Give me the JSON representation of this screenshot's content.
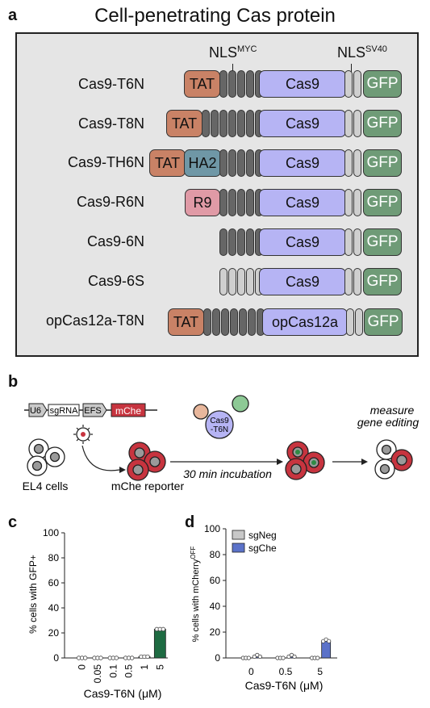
{
  "panel_a": {
    "letter": "a",
    "title": "Cell-penetrating Cas protein",
    "nls_myc_base": "NLS",
    "nls_myc_sup": "MYC",
    "nls_sv40_base": "NLS",
    "nls_sv40_sup": "SV40",
    "constructs": [
      {
        "name": "Cas9-T6N",
        "tags": [
          "TAT"
        ],
        "core": "Cas9",
        "gfp": "GFP"
      },
      {
        "name": "Cas9-T8N",
        "tags": [
          "TAT"
        ],
        "core": "Cas9",
        "gfp": "GFP"
      },
      {
        "name": "Cas9-TH6N",
        "tags": [
          "TAT",
          "HA2"
        ],
        "core": "Cas9",
        "gfp": "GFP"
      },
      {
        "name": "Cas9-R6N",
        "tags": [
          "R9"
        ],
        "core": "Cas9",
        "gfp": "GFP"
      },
      {
        "name": "Cas9-6N",
        "tags": [],
        "core": "Cas9",
        "gfp": "GFP"
      },
      {
        "name": "Cas9-6S",
        "tags": [],
        "core": "Cas9",
        "gfp": "GFP"
      },
      {
        "name": "opCas12a-T8N",
        "tags": [
          "TAT"
        ],
        "core": "opCas12a",
        "gfp": "GFP"
      }
    ]
  },
  "panel_b": {
    "letter": "b",
    "vector": {
      "u6": "U6",
      "sgrna": "sgRNA",
      "efs": "EFS",
      "mche": "mChe"
    },
    "cells_label": "EL4 cells",
    "reporter_label": "mChe reporter",
    "protein_label_1": "Cas9",
    "protein_label_2": "-T6N",
    "incubation": "30 min incubation",
    "measure_1": "measure",
    "measure_2": "gene editing",
    "colors": {
      "cell_red": "#c7343f",
      "cell_grey": "#9a9a9a",
      "green": "#2f8a44"
    }
  },
  "panel_c": {
    "letter": "c",
    "chart_data": {
      "type": "bar",
      "categories": [
        "0",
        "0.05",
        "0.1",
        "0.5",
        "1",
        "5"
      ],
      "values": [
        0,
        0,
        0,
        0,
        1,
        23
      ],
      "points": [
        [
          0,
          0,
          0
        ],
        [
          0,
          0,
          0
        ],
        [
          0,
          0,
          0
        ],
        [
          0,
          0,
          0
        ],
        [
          1,
          1,
          1
        ],
        [
          23,
          23,
          23
        ]
      ],
      "xlabel": "Cas9-T6N (μM)",
      "ylabel": "% cells with GFP+",
      "ylim": [
        0,
        100
      ],
      "yticks": [
        "0",
        "20",
        "40",
        "60",
        "80",
        "100"
      ],
      "bar_color": "#1e6b42"
    }
  },
  "panel_d": {
    "letter": "d",
    "chart_data": {
      "type": "bar",
      "categories": [
        "0",
        "0.5",
        "5"
      ],
      "series": [
        {
          "name": "sgNeg",
          "values": [
            0,
            0,
            0
          ],
          "color": "#c8c8c8"
        },
        {
          "name": "sgChe",
          "values": [
            1,
            1,
            13
          ],
          "color": "#5b72c9"
        }
      ],
      "xlabel": "Cas9-T6N (μM)",
      "ylabel_base": "% cells with mCherry",
      "ylabel_sup": "OFF",
      "ylim": [
        0,
        100
      ],
      "yticks": [
        "0",
        "20",
        "40",
        "60",
        "80",
        "100"
      ],
      "legend_position": "top-left"
    }
  }
}
